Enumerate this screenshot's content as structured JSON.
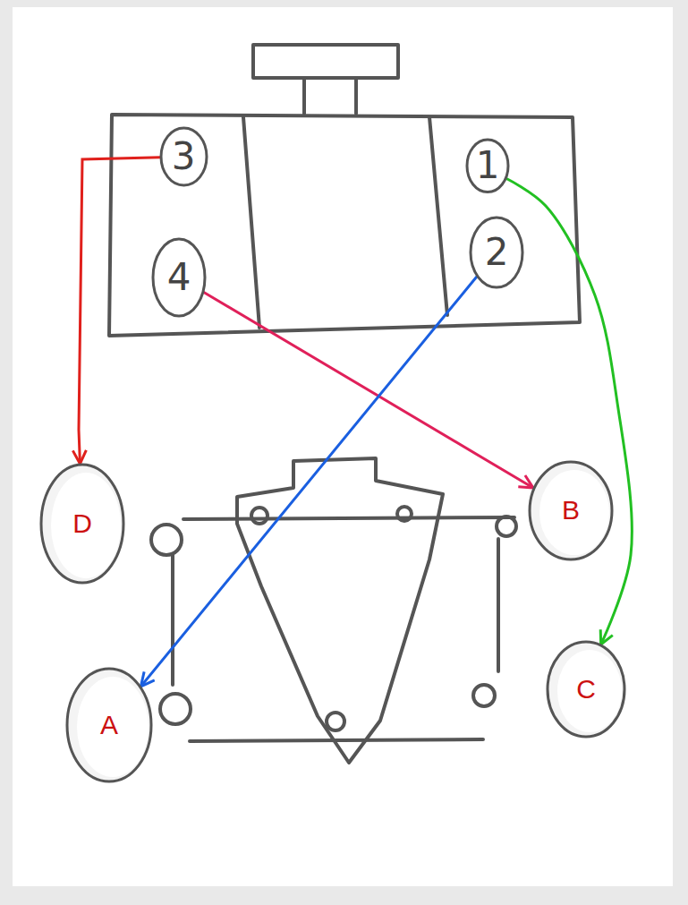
{
  "diagram": {
    "nodes": [
      {
        "text": [
          "3"
        ]
      },
      {
        "text": [
          "1"
        ]
      },
      {
        "text": [
          "4"
        ]
      },
      {
        "text": [
          "2"
        ]
      },
      {
        "text": [
          "D"
        ]
      },
      {
        "text": [
          "B"
        ]
      },
      {
        "text": [
          "A"
        ]
      },
      {
        "text": [
          "C"
        ]
      }
    ],
    "edges": [
      {
        "from": 0,
        "to": 4,
        "arrow": "to"
      },
      {
        "from": 2,
        "to": 5,
        "arrow": "to"
      },
      {
        "from": 3,
        "to": 6,
        "arrow": "to"
      },
      {
        "from": 1,
        "to": 7,
        "arrow": "to"
      }
    ]
  }
}
